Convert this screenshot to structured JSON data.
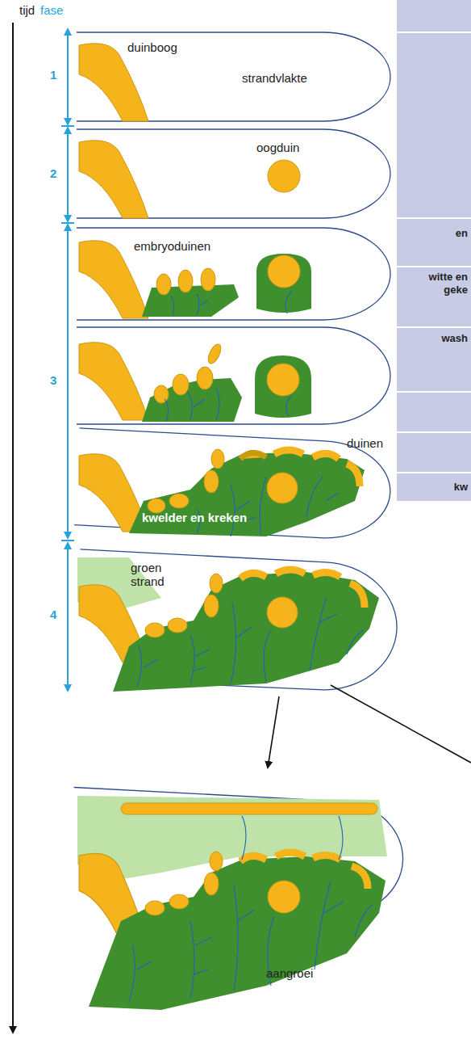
{
  "diagram": {
    "labels": [
      "tijd",
      "fase",
      "1",
      "2",
      "3",
      "4",
      "duinboog",
      "strandvlakte",
      "oogduin",
      "embryoduinen",
      "duinen",
      "kwelder en kreken",
      "groen strand",
      "aangroei",
      "en",
      "witte en",
      "geke",
      "wash",
      "kw"
    ]
  }
}
